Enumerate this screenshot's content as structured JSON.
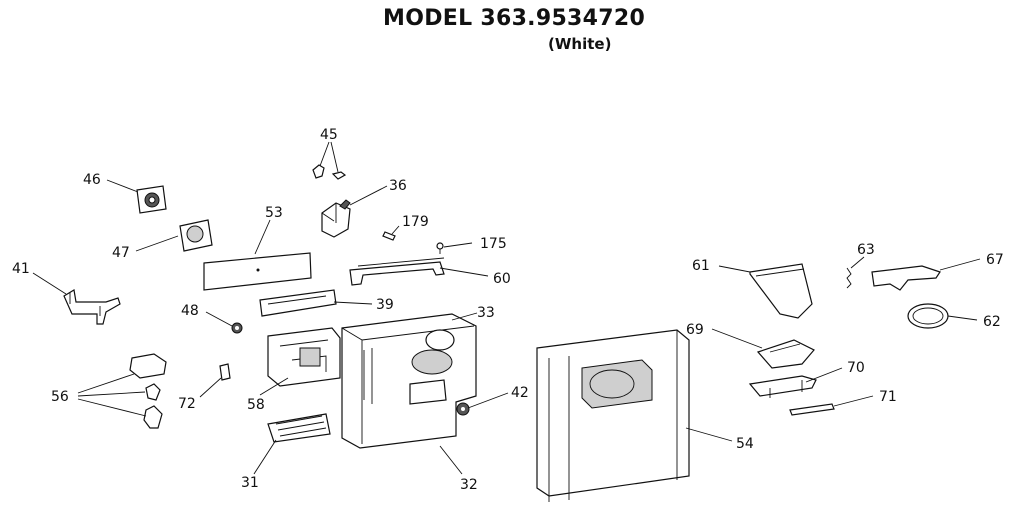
{
  "title": "MODEL 363.9534720",
  "subtitle": "(White)",
  "parts": [
    {
      "id": "p45",
      "number": "45"
    },
    {
      "id": "p46",
      "number": "46"
    },
    {
      "id": "p36",
      "number": "36"
    },
    {
      "id": "p53",
      "number": "53"
    },
    {
      "id": "p179",
      "number": "179"
    },
    {
      "id": "p175",
      "number": "175"
    },
    {
      "id": "p47",
      "number": "47"
    },
    {
      "id": "p41",
      "number": "41"
    },
    {
      "id": "p60",
      "number": "60"
    },
    {
      "id": "p39",
      "number": "39"
    },
    {
      "id": "p48",
      "number": "48"
    },
    {
      "id": "p33",
      "number": "33"
    },
    {
      "id": "p56",
      "number": "56"
    },
    {
      "id": "p72",
      "number": "72"
    },
    {
      "id": "p58",
      "number": "58"
    },
    {
      "id": "p42",
      "number": "42"
    },
    {
      "id": "p31",
      "number": "31"
    },
    {
      "id": "p32",
      "number": "32"
    },
    {
      "id": "p54",
      "number": "54"
    },
    {
      "id": "p61",
      "number": "61"
    },
    {
      "id": "p63",
      "number": "63"
    },
    {
      "id": "p67",
      "number": "67"
    },
    {
      "id": "p62",
      "number": "62"
    },
    {
      "id": "p69",
      "number": "69"
    },
    {
      "id": "p70",
      "number": "70"
    },
    {
      "id": "p71",
      "number": "71"
    }
  ]
}
